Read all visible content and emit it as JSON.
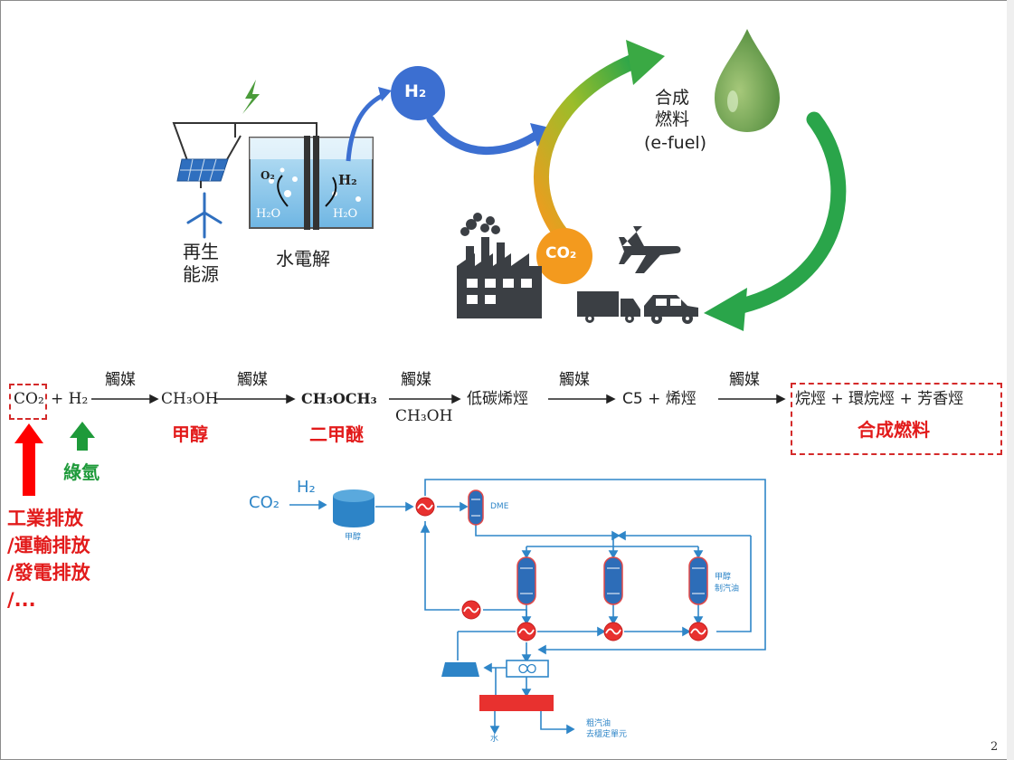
{
  "illustration": {
    "renewable_label_line1": "再生",
    "renewable_label_line2": "能源",
    "electrolysis_label": "水電解",
    "h2_bubble": "H₂",
    "co2_bubble": "CO₂",
    "efuel_line1": "合成",
    "efuel_line2": "燃料",
    "efuel_line3": "(e-fuel)",
    "tank_o2": "O₂",
    "tank_h2": "H₂",
    "tank_h2o_left": "H₂O",
    "tank_h2o_right": "H₂O"
  },
  "reaction": {
    "reactant_co2": "CO₂",
    "plus_h2": "+ H₂",
    "catalyst_1": "觸媒",
    "methanol_formula": "CH₃OH",
    "catalyst_2": "觸媒",
    "dme_formula": "CH₃OCH₃",
    "catalyst_3": "觸媒",
    "below_arrow_3": "CH₃OH",
    "olefins": "低碳烯烴",
    "catalyst_4": "觸媒",
    "c5_olefins": "C5 + 烯烴",
    "catalyst_5": "觸媒",
    "final_products": "烷烴 + 環烷烴 + 芳香烴",
    "methanol_label": "甲醇",
    "dme_label": "二甲醚",
    "synthetic_fuel_label": "合成燃料",
    "green_h2_label": "綠氫",
    "sources": [
      "工業排放",
      "/運輸排放",
      "/發電排放",
      "/..."
    ]
  },
  "process": {
    "co2": "CO₂",
    "h2": "H₂",
    "methanol_tank": "甲醇",
    "dme": "DME",
    "mtg_label_line1": "甲醇",
    "mtg_label_line2": "制汽油",
    "water_label": "水",
    "crude_line1": "粗汽油",
    "crude_line2": "去穩定單元"
  },
  "colors": {
    "accent_red": "#e21b1b",
    "accent_green": "#1e9a3a",
    "process_blue": "#2f86c8",
    "h2_blue": "#3c6fd1",
    "co2_orange": "#f39a1e"
  },
  "page_number": "2"
}
